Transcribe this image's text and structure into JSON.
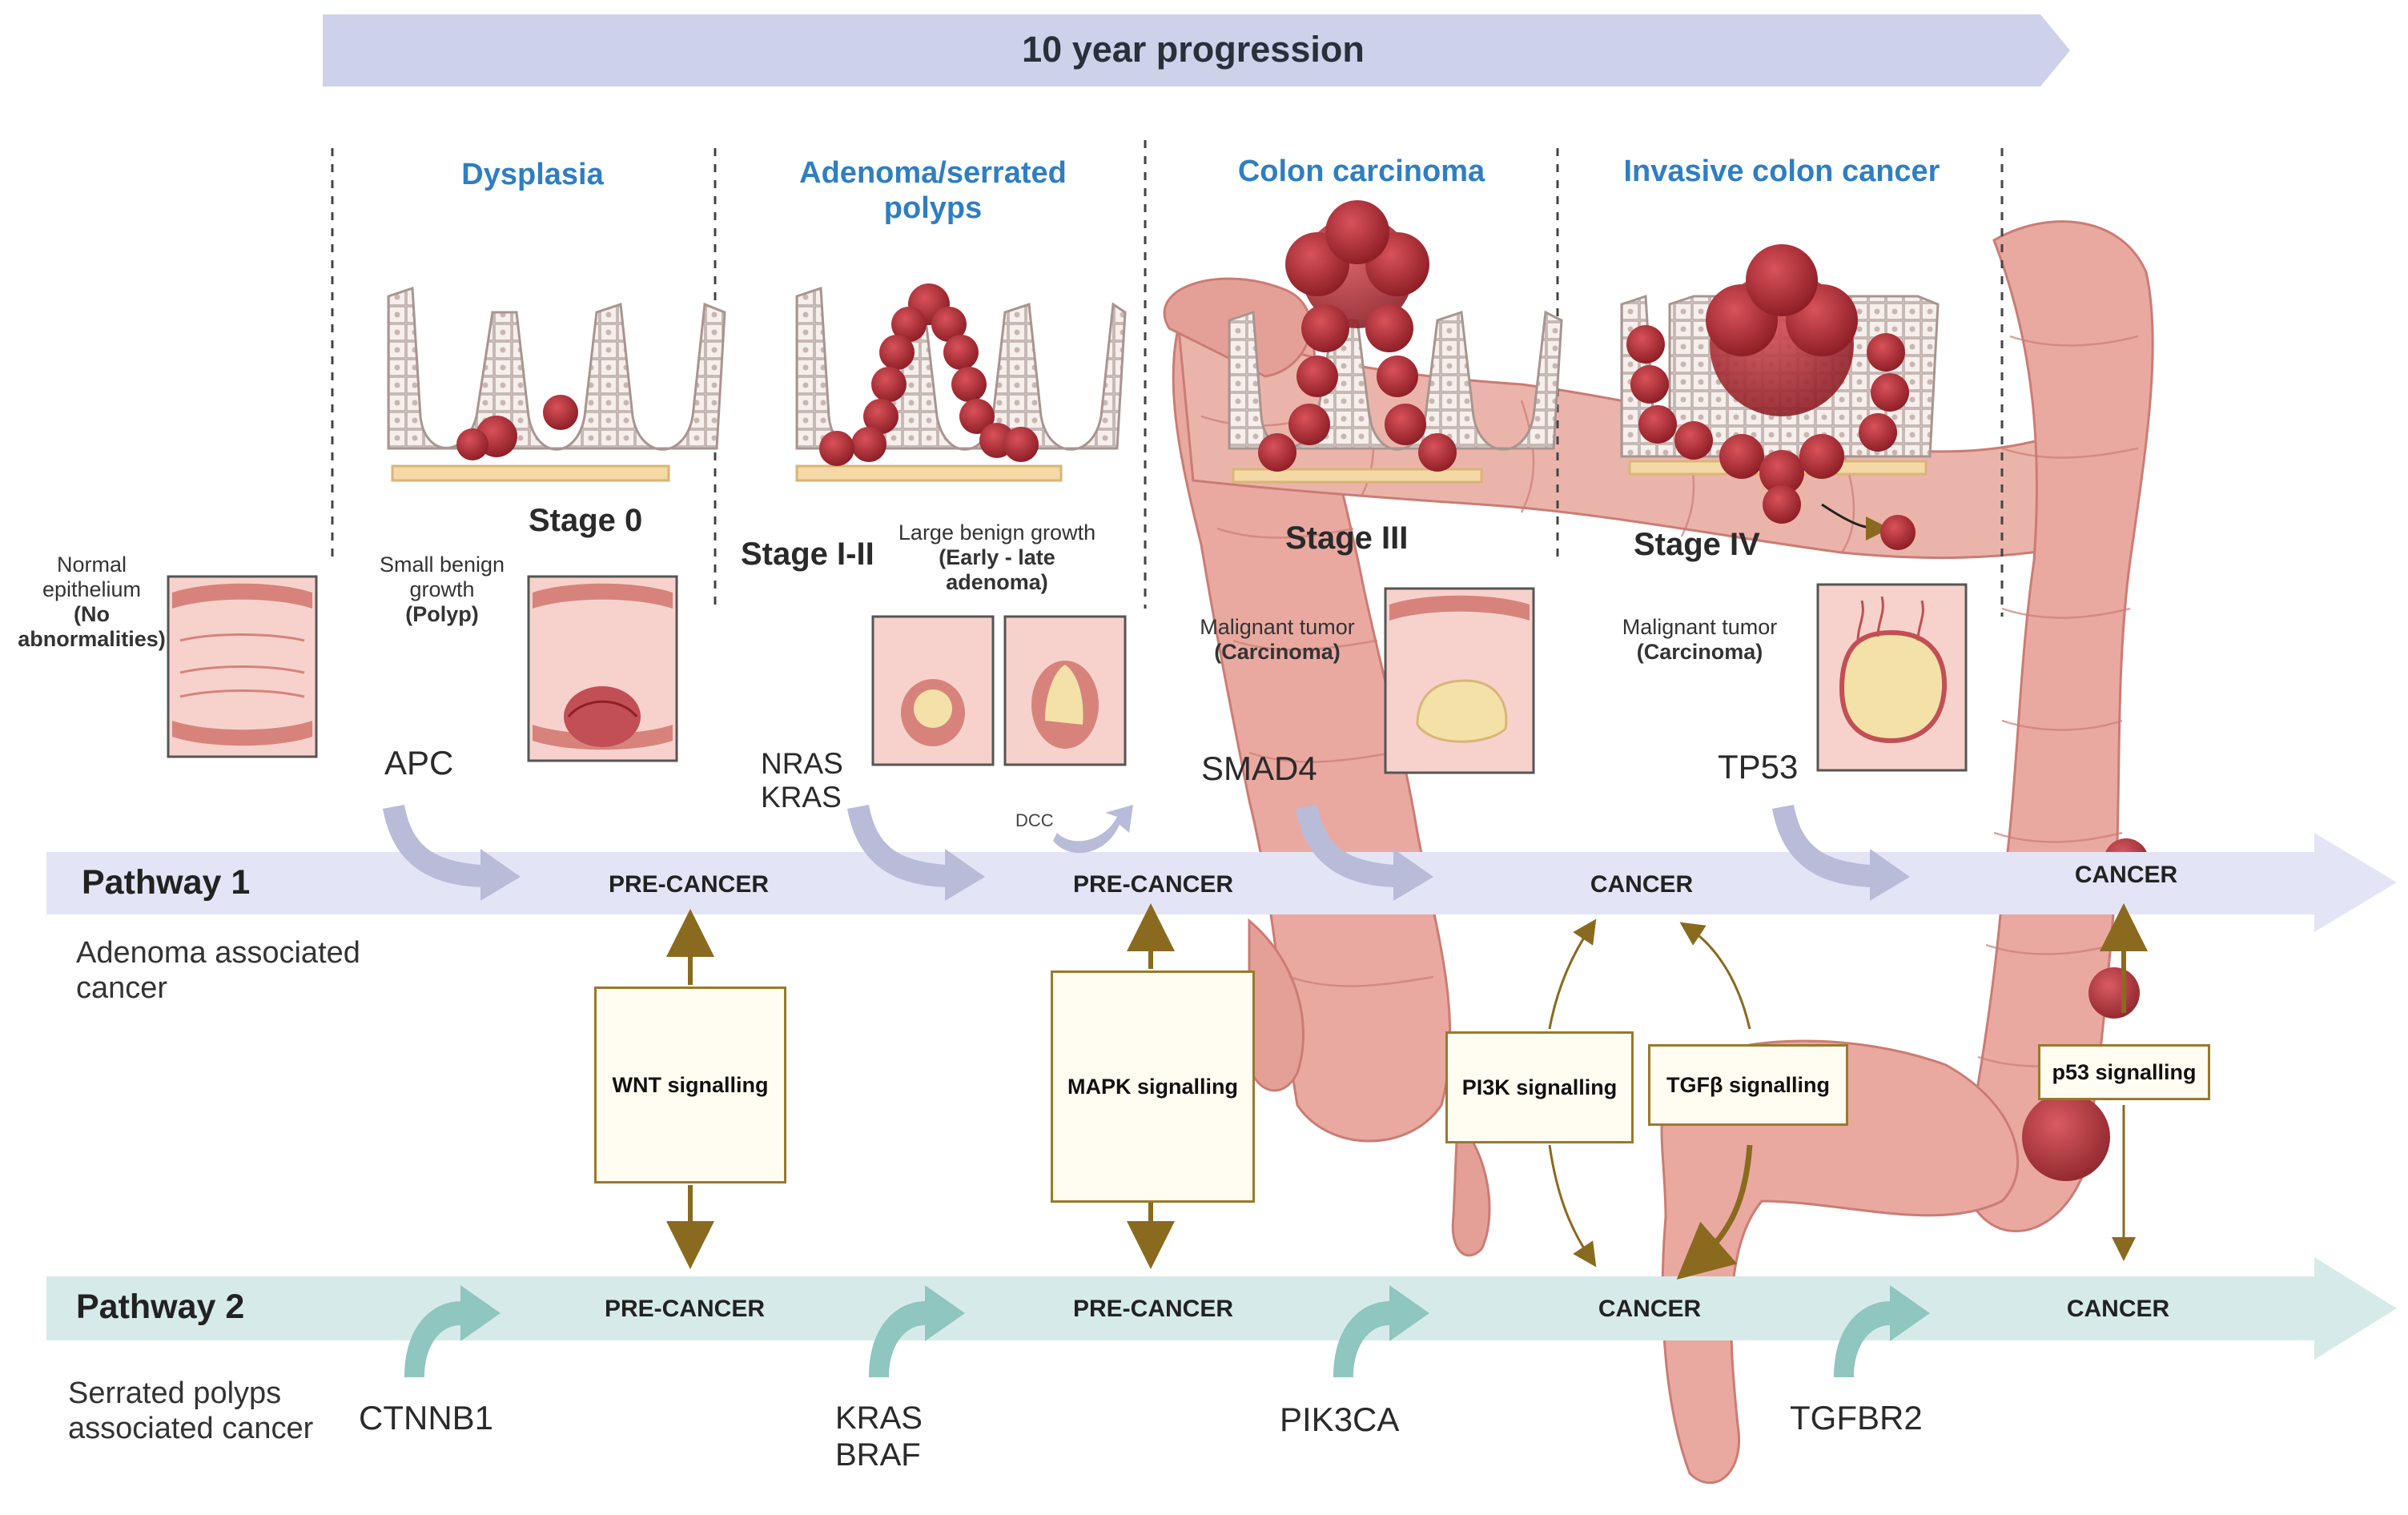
{
  "banner": {
    "title": "10 year progression"
  },
  "stages": [
    {
      "title": "Dysplasia",
      "label": "Stage 0"
    },
    {
      "title": "Adenoma/serrated polyps",
      "label": "Stage I-II"
    },
    {
      "title": "Colon carcinoma",
      "label": "Stage III"
    },
    {
      "title": "Invasive colon cancer",
      "label": "Stage IV"
    }
  ],
  "descriptions": {
    "normal": {
      "text": "Normal epithelium",
      "bold": "(No abnormalities)"
    },
    "small_growth": {
      "text": "Small benign growth",
      "bold": "(Polyp)"
    },
    "large_growth": {
      "text": "Large benign growth",
      "bold": "(Early - late adenoma)"
    },
    "malignant_1": {
      "text": "Malignant tumor",
      "bold": "(Carcinoma)"
    },
    "malignant_2": {
      "text": "Malignant tumor",
      "bold": "(Carcinoma)"
    }
  },
  "pathway1": {
    "title": "Pathway 1",
    "subtitle": "Adenoma associated cancer",
    "genes": [
      "APC",
      "NRAS\nKRAS",
      "SMAD4",
      "TP53"
    ],
    "minor_gene": "DCC",
    "nodes": [
      "PRE-CANCER",
      "PRE-CANCER",
      "CANCER",
      "CANCER"
    ]
  },
  "pathway2": {
    "title": "Pathway 2",
    "subtitle": "Serrated polyps associated cancer",
    "genes": [
      "CTNNB1",
      "KRAS\nBRAF",
      "PIK3CA",
      "TGFBR2"
    ],
    "nodes": [
      "PRE-CANCER",
      "PRE-CANCER",
      "CANCER",
      "CANCER"
    ]
  },
  "signalling": [
    "WNT signalling",
    "MAPK signalling",
    "PI3K signalling",
    "TGFβ signalling",
    "p53 signalling"
  ],
  "colors": {
    "banner": "#cdd1ea",
    "pathway1_band": "#e4e4f7",
    "pathway2_band": "#d6ebe9",
    "gene_arrow_p1": "#b9bcd8",
    "gene_arrow_p2": "#8fc6bf",
    "signal_arrow": "#8a6a1e",
    "stage_title": "#2f7ec2",
    "colon": "#e8a59c",
    "tumor": "#b8343b"
  },
  "icons": [
    "crypt-illustration-icon",
    "colon-lumen-icon",
    "tumor-cell-icon",
    "colon-organ-icon"
  ]
}
